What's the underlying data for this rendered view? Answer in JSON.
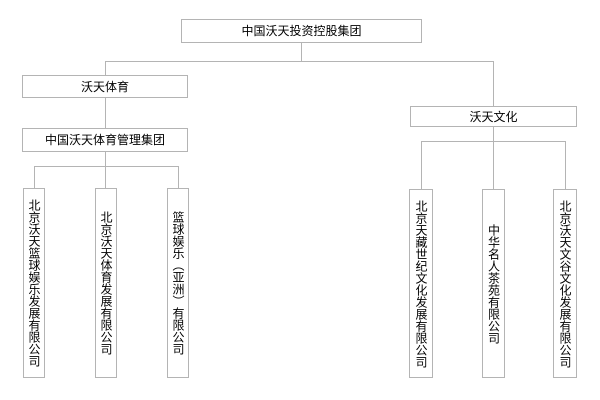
{
  "org": {
    "root": {
      "label": "中国沃天投资控股集团"
    },
    "sports": {
      "label": "沃天体育",
      "group": {
        "label": "中国沃天体育管理集团"
      },
      "companies": [
        {
          "label": "北京沃天篮球娱乐发展有限公司"
        },
        {
          "label": "北京沃天体育发展有限公司"
        },
        {
          "label": "篮球娱乐（亚洲）有限公司"
        }
      ]
    },
    "culture": {
      "label": "沃天文化",
      "companies": [
        {
          "label": "北京天藏世纪文化发展有限公司"
        },
        {
          "label": "中华名人茶苑有限公司"
        },
        {
          "label": "北京沃天文谷文化发展有限公司"
        }
      ]
    },
    "colors": {
      "border": "#b4b4b4",
      "text": "#000000",
      "background": "#ffffff"
    }
  }
}
